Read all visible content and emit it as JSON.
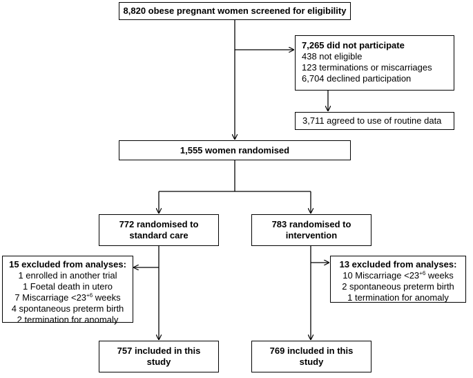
{
  "screened": "8,820 obese pregnant women screened for eligibility",
  "not_participate": {
    "title": "7,265 did not participate",
    "lines": [
      "438 not eligible",
      "123 terminations or miscarriages",
      "6,704 declined participation"
    ]
  },
  "routine_data": "3,711 agreed to use of routine data",
  "randomised": "1,555 women randomised",
  "standard_care": [
    "772 randomised to",
    "standard care"
  ],
  "intervention": [
    "783 randomised to",
    "intervention"
  ],
  "excluded_standard": {
    "title": "15 excluded from analyses:",
    "lines": [
      {
        "text": "1 enrolled in another trial"
      },
      {
        "text": "1 Foetal death in utero"
      },
      {
        "text": "7 Miscarriage <23",
        "sup": "+6",
        "after": " weeks"
      },
      {
        "text": "4 spontaneous preterm birth"
      },
      {
        "text": "2 termination for anomaly"
      }
    ]
  },
  "excluded_intervention": {
    "title": "13 excluded from analyses:",
    "lines": [
      {
        "text": "10 Miscarriage <23",
        "sup": "+6",
        "after": " weeks"
      },
      {
        "text": "2 spontaneous preterm birth"
      },
      {
        "text": "1 termination for anomaly"
      }
    ]
  },
  "included_standard": [
    "757 included in this",
    "study"
  ],
  "included_intervention": [
    "769 included in this",
    "study"
  ]
}
